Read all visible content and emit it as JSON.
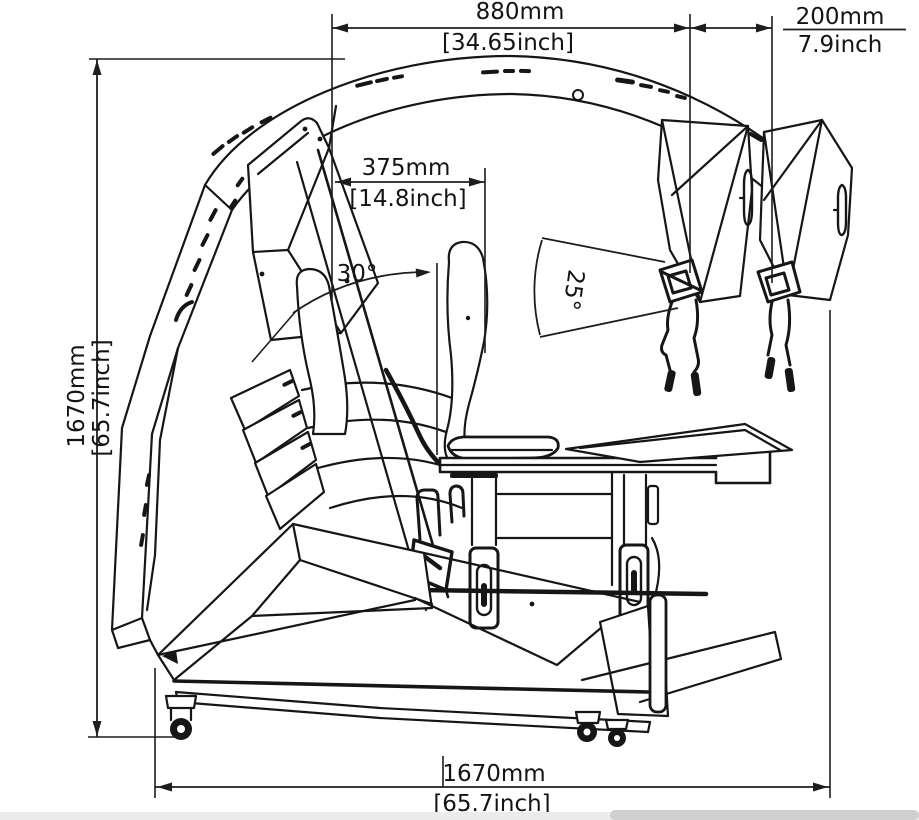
{
  "drawing": {
    "subject": "cockpit-gaming-chair-side-elevation",
    "dimensions": {
      "arch_width": {
        "metric": "880mm",
        "imperial": "[34.65inch]"
      },
      "monitor_offset": {
        "metric": "200mm",
        "imperial": "7.9inch"
      },
      "headrest_to_arch": {
        "metric": "375mm",
        "imperial": "[14.8inch]"
      },
      "overall_height": {
        "metric": "1670mm",
        "imperial": "[65.7inch]"
      },
      "overall_length": {
        "metric": "1670mm",
        "imperial": "[65.7inch]"
      },
      "backrest_angle": "30°",
      "viewing_angle": "25°"
    },
    "colors": {
      "line": "#161616",
      "dimension": "#1d1d1d",
      "background": "#ffffff",
      "scrollbar_track": "#ececec",
      "scrollbar_thumb": "#cfcfcf"
    }
  }
}
